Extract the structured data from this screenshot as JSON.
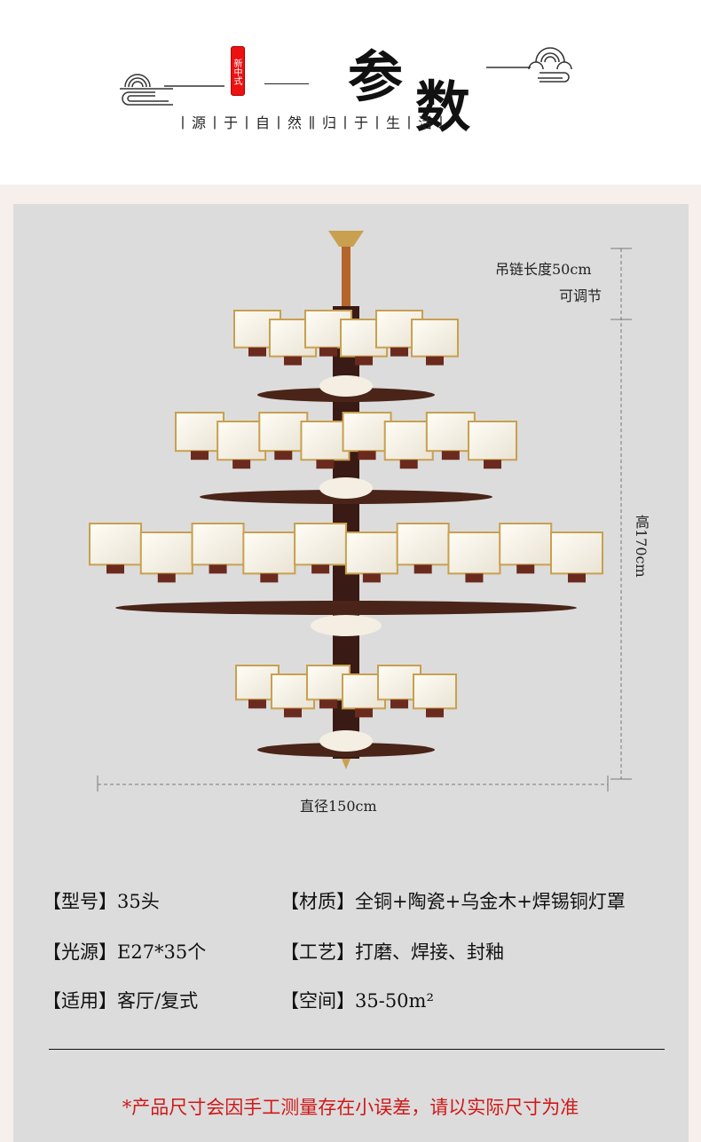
{
  "header": {
    "seal": "新中式",
    "title_1": "参",
    "title_2": "数",
    "slogan_left": "丨源丨于丨自丨然丨",
    "slogan_right": "丨归丨于丨生丨活丨"
  },
  "dimensions": {
    "chain": "吊链长度50cm",
    "adjustable": "可调节",
    "height": "高170cm",
    "diameter": "直径150cm"
  },
  "specs": [
    {
      "label": "【型号】",
      "value": "35头"
    },
    {
      "label": "【材质】",
      "value": "全铜+陶瓷+乌金木+焊锡铜灯罩"
    },
    {
      "label": "【光源】",
      "value": "E27*35个"
    },
    {
      "label": "【工艺】",
      "value": "打磨、焊接、封釉"
    },
    {
      "label": "【适用】",
      "value": "客厅/复式"
    },
    {
      "label": "【空间】",
      "value": "35-50m²"
    }
  ],
  "note": "*产品尺寸会因手工测量存在小误差，请以实际尺寸为准",
  "colors": {
    "accent": "#d01818",
    "panel": "#dcdcdc",
    "brass": "#c8a050"
  }
}
